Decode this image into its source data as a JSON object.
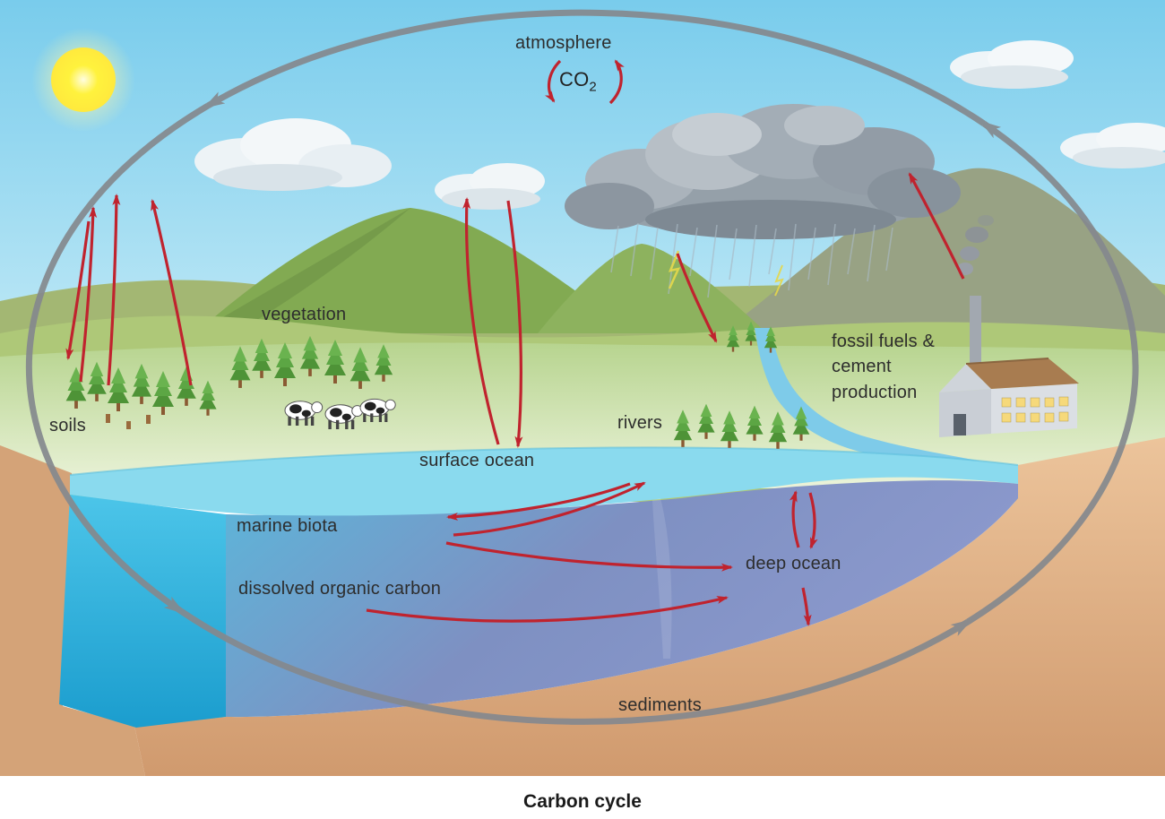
{
  "title": "Carbon cycle",
  "labels": {
    "atmosphere": "atmosphere",
    "co2_base": "CO",
    "co2_sub": "2",
    "vegetation": "vegetation",
    "soils": "soils",
    "surface_ocean": "surface ocean",
    "rivers": "rivers",
    "fossil_fuels": "fossil fuels & cement production",
    "marine_biota": "marine biota",
    "dissolved_organic_carbon": "dissolved organic carbon",
    "deep_ocean": "deep ocean",
    "sediments": "sediments"
  },
  "flows": [
    {
      "from": "soils / vegetation",
      "to": "atmosphere"
    },
    {
      "from": "atmosphere",
      "to": "soils / vegetation"
    },
    {
      "from": "atmosphere",
      "to": "surface ocean"
    },
    {
      "from": "surface ocean",
      "to": "atmosphere"
    },
    {
      "from": "atmosphere (precipitation)",
      "to": "rivers"
    },
    {
      "from": "fossil fuels & cement production",
      "to": "atmosphere"
    },
    {
      "from": "surface ocean",
      "to": "marine biota"
    },
    {
      "from": "marine biota",
      "to": "surface ocean"
    },
    {
      "from": "marine biota",
      "to": "deep ocean"
    },
    {
      "from": "dissolved organic carbon",
      "to": "deep ocean"
    },
    {
      "from": "surface ocean",
      "to": "deep ocean"
    },
    {
      "from": "deep ocean",
      "to": "surface ocean"
    },
    {
      "from": "deep ocean",
      "to": "sediments"
    }
  ],
  "colors": {
    "arrow_red": "#c0232e",
    "cycle_gray": "#85898e",
    "sky": "#79ccec",
    "ocean_surface": "#8adaee",
    "deep_ocean": "#8090c3",
    "sediment": "#d8a87d",
    "vegetation_green": "#82aa52"
  }
}
